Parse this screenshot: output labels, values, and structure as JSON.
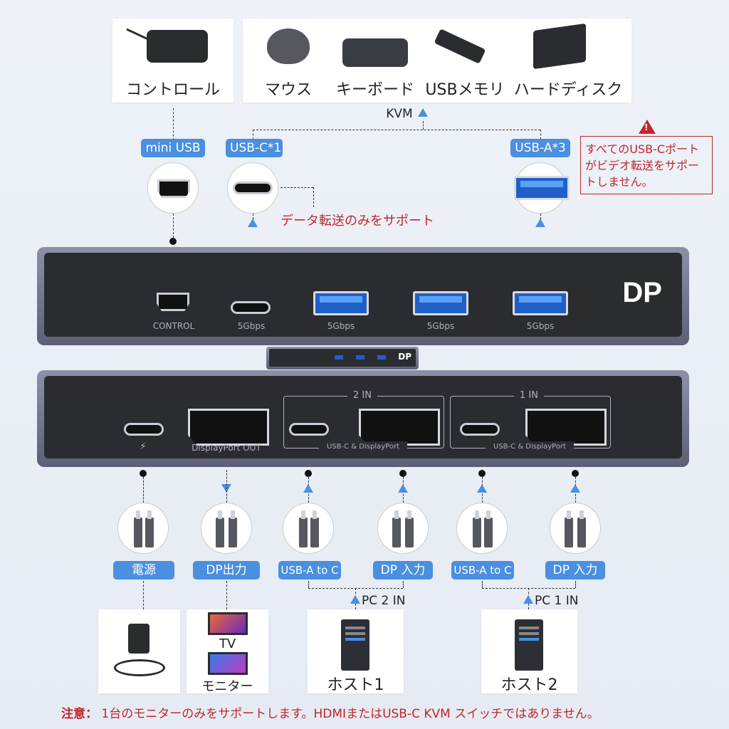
{
  "top_cards": {
    "control": "コントロール",
    "mouse": "マウス",
    "keyboard": "キーボード",
    "usb_memory": "USBメモリ",
    "hard_disk": "ハードディスク"
  },
  "kvm_label": "KVM",
  "top_pills": {
    "mini_usb": "mini USB",
    "usb_c": "USB-C*1",
    "usb_a": "USB-A*3"
  },
  "warning_text": "すべてのUSB‐Cポートがビデオ転送をサポートしません。",
  "data_transfer_note": "データ転送のみをサポート",
  "front_panel": {
    "brand_badge": "DP",
    "control_label": "CONTROL",
    "usbc_speed": "5Gbps",
    "usba1_speed": "5Gbps",
    "usba2_speed": "5Gbps",
    "usba3_speed": "5Gbps"
  },
  "mini_device_badge": "DP",
  "back_panel": {
    "power_symbol": "⚡",
    "dp_out_label": "DisplayPort OUT",
    "group2_title": "2 IN",
    "group2_sub": "USB-C & DisplayPort",
    "group1_title": "1 IN",
    "group1_sub": "USB-C & DisplayPort"
  },
  "bottom_pills": {
    "power": "電源",
    "dp_out": "DP出力",
    "usba_c_2": "USB-A to C",
    "dp_in_2": "DP 入力",
    "usba_c_1": "USB-A to C",
    "dp_in_1": "DP 入力"
  },
  "pc_labels": {
    "pc2": "PC 2 IN",
    "pc1": "PC 1 IN"
  },
  "bottom_cards": {
    "tv": "TV",
    "monitor": "モニター",
    "host1": "ホスト1",
    "host2": "ホスト2"
  },
  "footer": {
    "note_label": "注意：",
    "note_text": "1台のモニターのみをサポートします。HDMIまたはUSB‐C KVM スイッチではありません。"
  },
  "colors": {
    "accent": "#4a8fe0",
    "warning": "#c0262d"
  }
}
